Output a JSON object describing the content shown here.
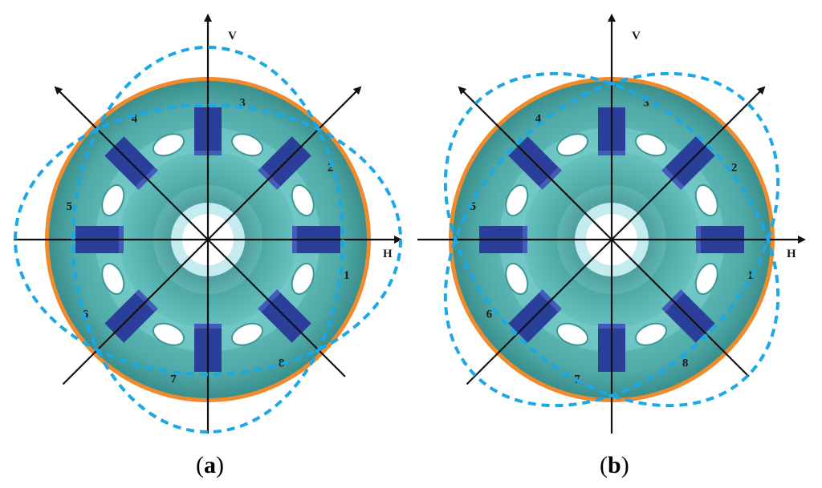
{
  "axis_labels": {
    "vertical": "V",
    "horizontal": "H"
  },
  "electrode_labels": [
    "1",
    "2",
    "3",
    "4",
    "5",
    "6",
    "7",
    "8"
  ],
  "panels": [
    {
      "id": "a",
      "caption_open": "(",
      "caption_letter": "a",
      "caption_close": ")",
      "deformation": "diagonal"
    },
    {
      "id": "b",
      "caption_open": "(",
      "caption_letter": "b",
      "caption_close": ")",
      "deformation": "vertical-horizontal"
    }
  ],
  "colors": {
    "shell": "#5fb8b6",
    "shell_rim": "#f08a2a",
    "electrode": "#2a3f9a",
    "mode_shape": "#1aa8e6",
    "axis": "#111111"
  }
}
